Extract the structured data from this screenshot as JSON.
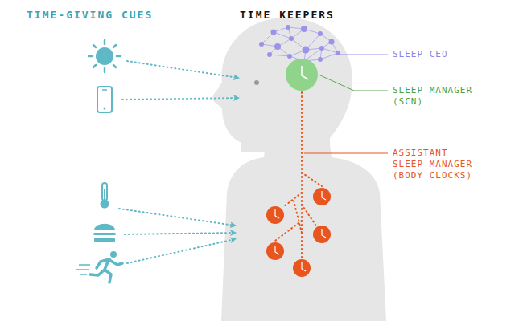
{
  "diagram": {
    "labels": [
      "TIME-GIVING CUES",
      "TIME KEEPERS",
      "SLEEP CEO",
      "SLEEP MANAGER (SCN)",
      "ASSISTANT SLEEP MANAGER (BODY CLOCKS)"
    ]
  }
}
